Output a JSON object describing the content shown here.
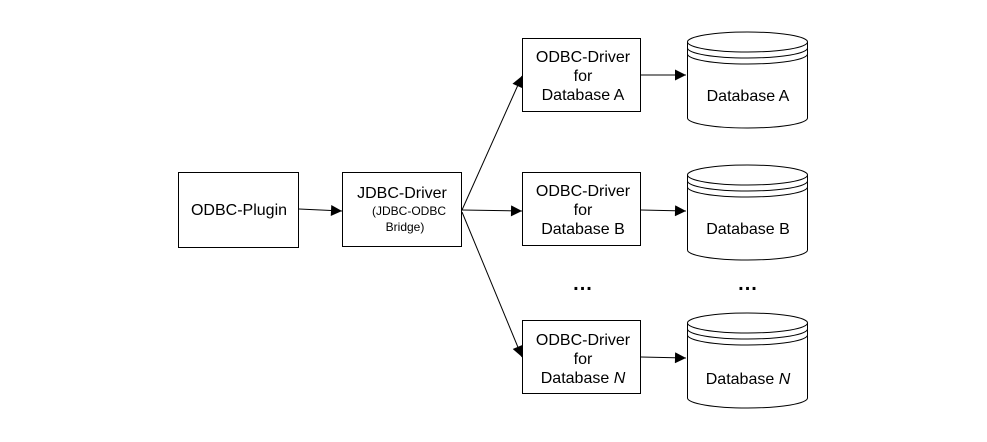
{
  "nodes": {
    "odbc_plugin": {
      "label": "ODBC-Plugin"
    },
    "jdbc_driver": {
      "label": "JDBC-Driver",
      "sublabel_1": "(JDBC-ODBC",
      "sublabel_2": "Bridge)"
    },
    "odbc_driver_a": {
      "line1": "ODBC-Driver",
      "line2": "for",
      "line3": "Database A"
    },
    "odbc_driver_b": {
      "line1": "ODBC-Driver",
      "line2": "for",
      "line3": "Database B"
    },
    "odbc_driver_n": {
      "line1": "ODBC-Driver",
      "line2": "for",
      "line3_prefix": "Database ",
      "line3_var": "N"
    },
    "database_a": {
      "label": "Database A"
    },
    "database_b": {
      "label": "Database B"
    },
    "database_n": {
      "prefix": "Database ",
      "var": "N"
    }
  },
  "ellipsis": {
    "drivers": "...",
    "databases": "..."
  }
}
